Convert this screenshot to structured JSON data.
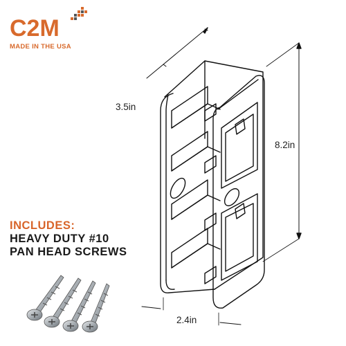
{
  "brand": {
    "logo_text": "C2M",
    "tagline": "MADE IN THE USA",
    "accent_color": "#d86a2c"
  },
  "dimensions": {
    "depth": "3.5in",
    "height": "8.2in",
    "width": "2.4in"
  },
  "includes": {
    "heading": "INCLUDES:",
    "line1": "HEAVY DUTY #10",
    "line2": "PAN HEAD SCREWS"
  },
  "icons": [
    "logo-dots-icon",
    "bracket-drawing-icon",
    "screws-icon"
  ]
}
